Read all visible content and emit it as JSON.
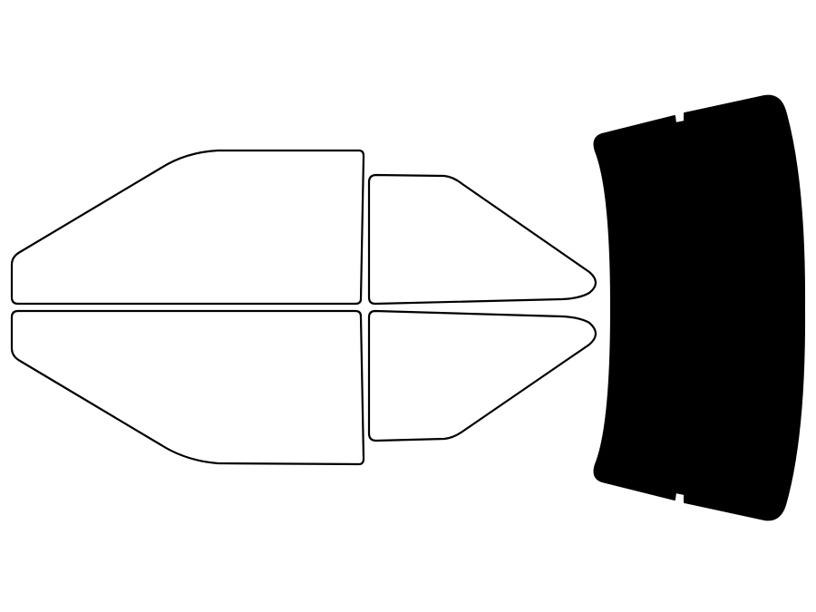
{
  "diagram": {
    "background_color": "#ffffff",
    "outline_color": "#000000",
    "tinted_fill_color": "#000000",
    "open_fill_color": "#ffffff",
    "windows": [
      {
        "id": "front-door-window-left",
        "tinted": false
      },
      {
        "id": "rear-door-window-left",
        "tinted": false
      },
      {
        "id": "front-door-window-right",
        "tinted": false
      },
      {
        "id": "rear-door-window-right",
        "tinted": false
      },
      {
        "id": "rear-windshield",
        "tinted": true
      }
    ]
  }
}
